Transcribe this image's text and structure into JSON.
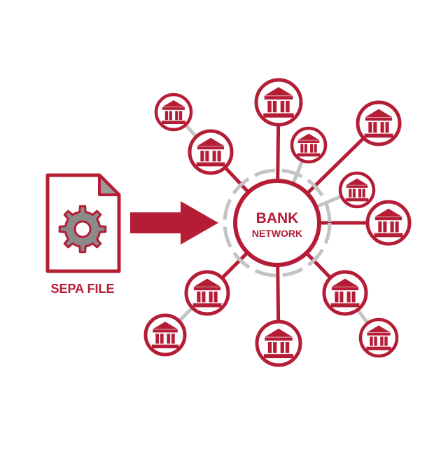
{
  "diagram": {
    "source_label": "SEPA FILE",
    "hub_line1": "BANK",
    "hub_line2": "NETWORK"
  },
  "colors": {
    "primary": "#b51d36",
    "secondary_line": "#c3c3c3",
    "gear_gray": "#8a8a8a",
    "file_corner": "#9a9a9a",
    "background": "#ffffff"
  },
  "icons": {
    "source": "document-gear-icon",
    "flow": "arrow-right-icon",
    "node": "bank-building-icon"
  }
}
